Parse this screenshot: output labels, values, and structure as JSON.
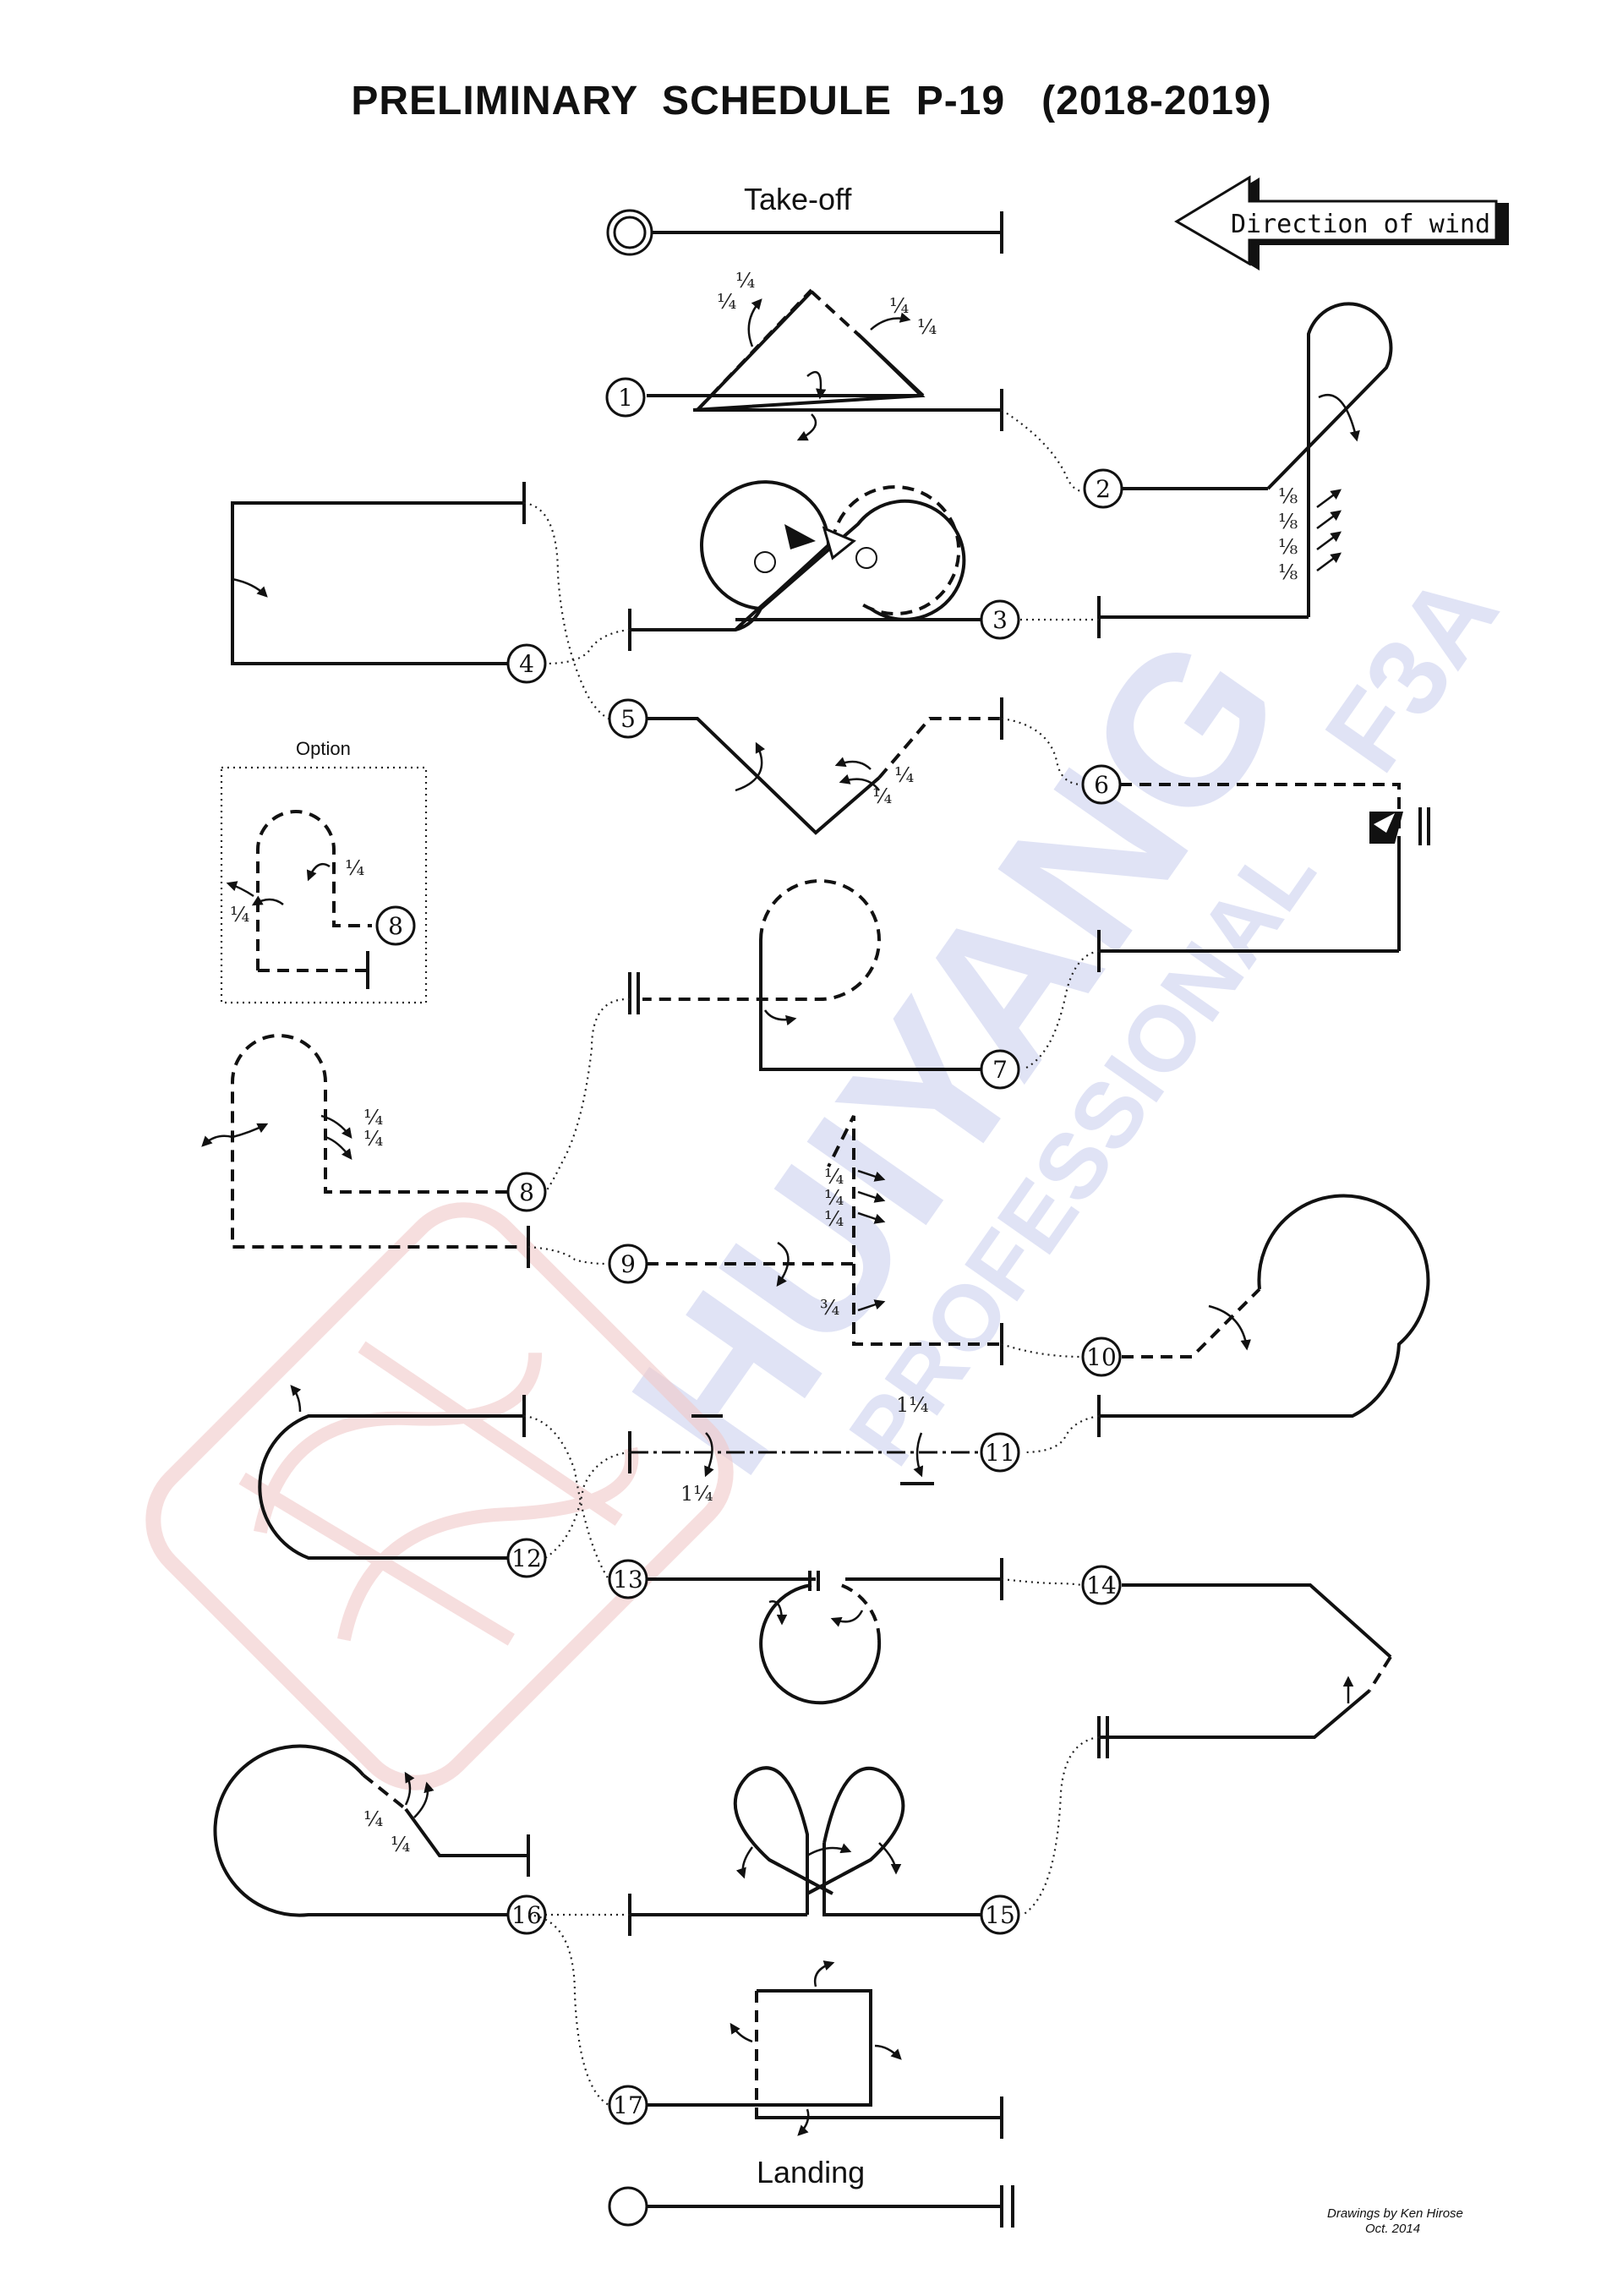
{
  "title": "PRELIMINARY  SCHEDULE  P-19   (2018-2019)",
  "takeoff_label": "Take-off",
  "landing_label": "Landing",
  "wind_label": "Direction of wind",
  "option_label": "Option",
  "watermark": {
    "brand": "HUIYANG",
    "subtitle": "PROFESSIONAL",
    "class": "F3A"
  },
  "credit": {
    "line1": "Drawings by Ken Hirose",
    "line2": "Oct.  2014"
  },
  "maneuver_numbers": [
    "1",
    "2",
    "3",
    "4",
    "5",
    "6",
    "7",
    "8",
    "9",
    "10",
    "11",
    "12",
    "13",
    "14",
    "15",
    "16",
    "17"
  ],
  "fraction_labels": {
    "quarter": "¼",
    "eighth": "⅛",
    "three_quarter": "¾",
    "one_and_quarter": "1¼"
  }
}
